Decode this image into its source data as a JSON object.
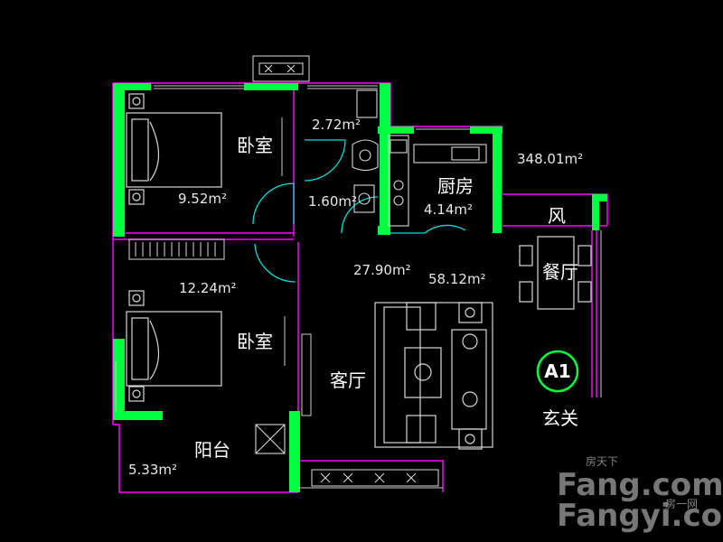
{
  "colors": {
    "wall": "#00ff40",
    "outline": "#ff00ff",
    "door": "#00e0e0",
    "furniture": "#d0d0d0",
    "text": "#ffffff",
    "badge": "#00ff40"
  },
  "rooms": {
    "bedroom_top": {
      "label": "卧室",
      "area": "9.52m²"
    },
    "bedroom_bottom": {
      "label": "卧室",
      "area": "12.24m²"
    },
    "bathroom": {
      "area": "2.72m²"
    },
    "washroom": {
      "area": "1.60m²"
    },
    "kitchen": {
      "label": "厨房",
      "area": "4.14m²"
    },
    "living_area": {
      "area": "27.90m²"
    },
    "dining_area": {
      "area": "58.12m²"
    },
    "living_room": {
      "label": "客厅"
    },
    "dining_room": {
      "label": "餐厅"
    },
    "entrance": {
      "label": "玄关"
    },
    "balcony": {
      "label": "阳台",
      "area": "5.33m²"
    },
    "shaft": {
      "label": "风"
    }
  },
  "total_area": "348.01m²",
  "unit_badge": "A1",
  "watermark": {
    "brand_top": "房天下",
    "brand_main": "Fang.com",
    "brand_alt": "Fangyi.com",
    "brand_alt_tag": "房一网"
  }
}
